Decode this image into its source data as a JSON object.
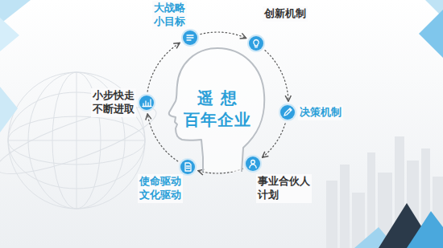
{
  "diagram": {
    "nodes": [
      {
        "text": [
          "大战略 小目标"
        ]
      },
      {
        "text": [
          "创新机制"
        ]
      },
      {
        "text": [
          "小步快走 不断进取"
        ]
      },
      {
        "text": [
          "遥 想 百年企业"
        ]
      },
      {
        "text": [
          "决策机制"
        ]
      },
      {
        "text": [
          "使命驱动 文化驱动"
        ]
      },
      {
        "text": [
          "事业合伙人 计划"
        ]
      }
    ],
    "edges": [
      {
        "from": 0,
        "to": 1,
        "arrow": "to"
      },
      {
        "from": 1,
        "to": 4,
        "arrow": "to"
      },
      {
        "from": 4,
        "to": 6,
        "arrow": "to"
      },
      {
        "from": 6,
        "to": 5,
        "arrow": "to"
      },
      {
        "from": 5,
        "to": 2,
        "arrow": "to"
      },
      {
        "from": 2,
        "to": 0,
        "arrow": "to"
      }
    ]
  }
}
